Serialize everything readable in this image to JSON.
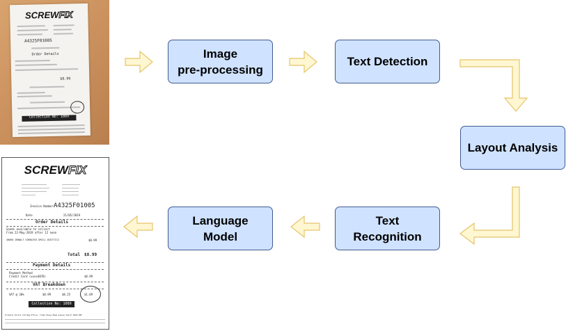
{
  "nodes": {
    "preprocessing": "Image\npre-processing",
    "text_detection": "Text Detection",
    "layout_analysis": "Layout Analysis",
    "text_recognition": "Text\nRecognition",
    "language_model": "Language\nModel"
  },
  "receipt": {
    "logo_a": "SCREW",
    "logo_b": "FIX",
    "invoice_label": "Invoice Number",
    "invoice_number": "A4325F01005",
    "date_label": "Date",
    "date": "21/05/2019",
    "order_details": "Order Details",
    "available_1": "Goods available to collect",
    "available_2": "From 22-May-2019 after 12 noon",
    "item_line": "40084  DEWALT CORDLESS DRILL DCD771C2",
    "item_price": "$8.99",
    "total_label": "Total",
    "total_value": "$8.99",
    "payment_details": "Payment Details",
    "payment_method": "Payment Method",
    "card": "Credit Card (xxxx4078)",
    "card_amount": "$8.99",
    "vat_breakdown": "VAT Breakdown",
    "vat_rate": "VAT @ 20%",
    "vat_gross": "$8.99",
    "vat_nett": "$8.25",
    "vat_amount": "$1.69",
    "collection": "Collection No: 1089",
    "footer": "Screwfix Direct Ltd Reg Office: Trade House Mead Avenue Yeovil BA22 8RT"
  }
}
